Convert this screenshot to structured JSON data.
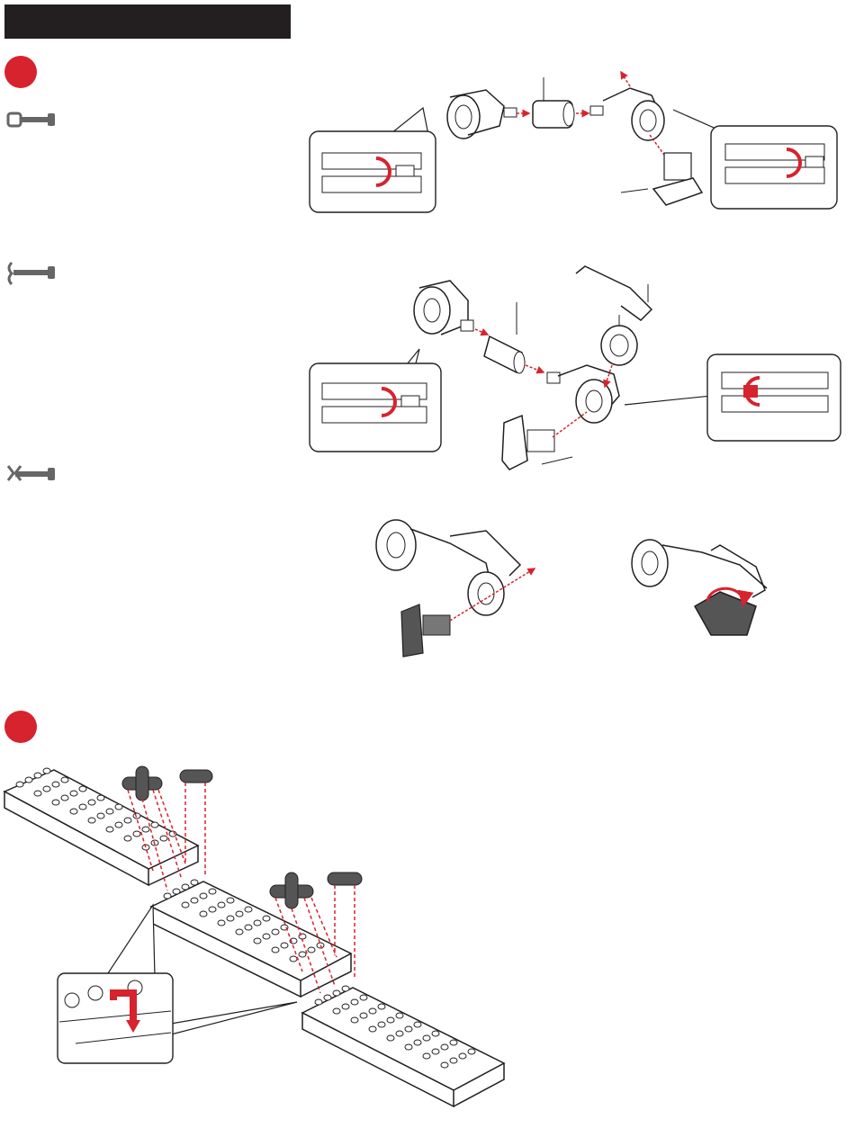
{
  "page": {
    "header_text": ""
  },
  "steps": [
    {
      "marker": "step-1",
      "color": "#d6232e"
    },
    {
      "marker": "step-2",
      "color": "#d6232e"
    }
  ],
  "key_icons": [
    "key-icon-straight",
    "key-icon-hook",
    "key-icon-clamp"
  ],
  "colors": {
    "accent": "#d6232e",
    "ink": "#231f20",
    "part_fill": "#ffffff",
    "dark_part": "#555555",
    "callout_border": "#231f20"
  }
}
